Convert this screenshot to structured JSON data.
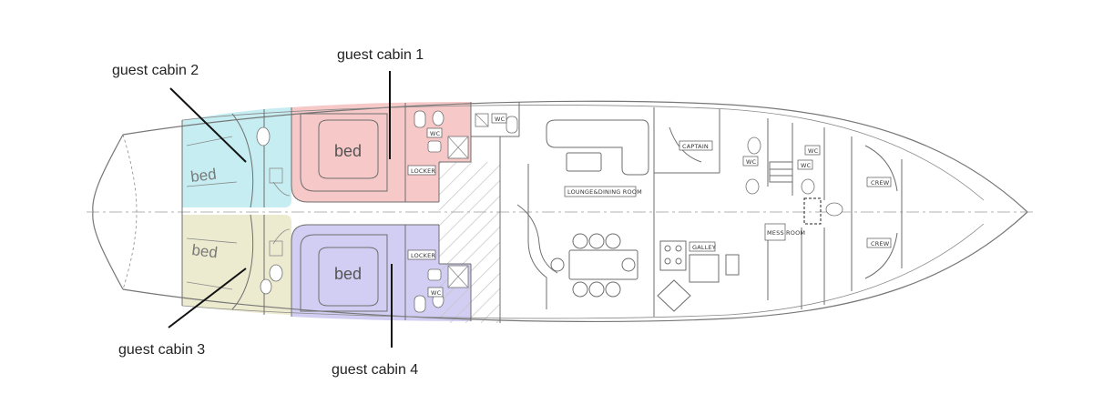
{
  "colors": {
    "cabin_1": "#f6c8c8",
    "cabin_2": "#c5edf2",
    "cabin_3": "#ecebcf",
    "cabin_4": "#d2cdf3",
    "hatch": "#bfbfbf",
    "hull_line": "#777777",
    "leader_line": "#111111"
  },
  "callouts": {
    "cabin_1": "guest cabin 1",
    "cabin_2": "guest cabin 2",
    "cabin_3": "guest cabin 3",
    "cabin_4": "guest cabin 4"
  },
  "beds": {
    "cabin_1": "bed",
    "cabin_2": "bed",
    "cabin_3": "bed",
    "cabin_4": "bed"
  },
  "room_tags": {
    "wc_1": "WC",
    "wc_2": "WC",
    "wc_3": "WC",
    "wc_4": "WC",
    "wc_5": "WC",
    "wc_6": "WC",
    "locker_1": "LOCKER",
    "locker_2": "LOCKER",
    "lounge": "LOUNGE&DINING ROOM",
    "galley": "GALLEY",
    "captain": "CAPTAIN",
    "mess": "MESS ROOM",
    "crew_1": "CREW",
    "crew_2": "CREW"
  }
}
